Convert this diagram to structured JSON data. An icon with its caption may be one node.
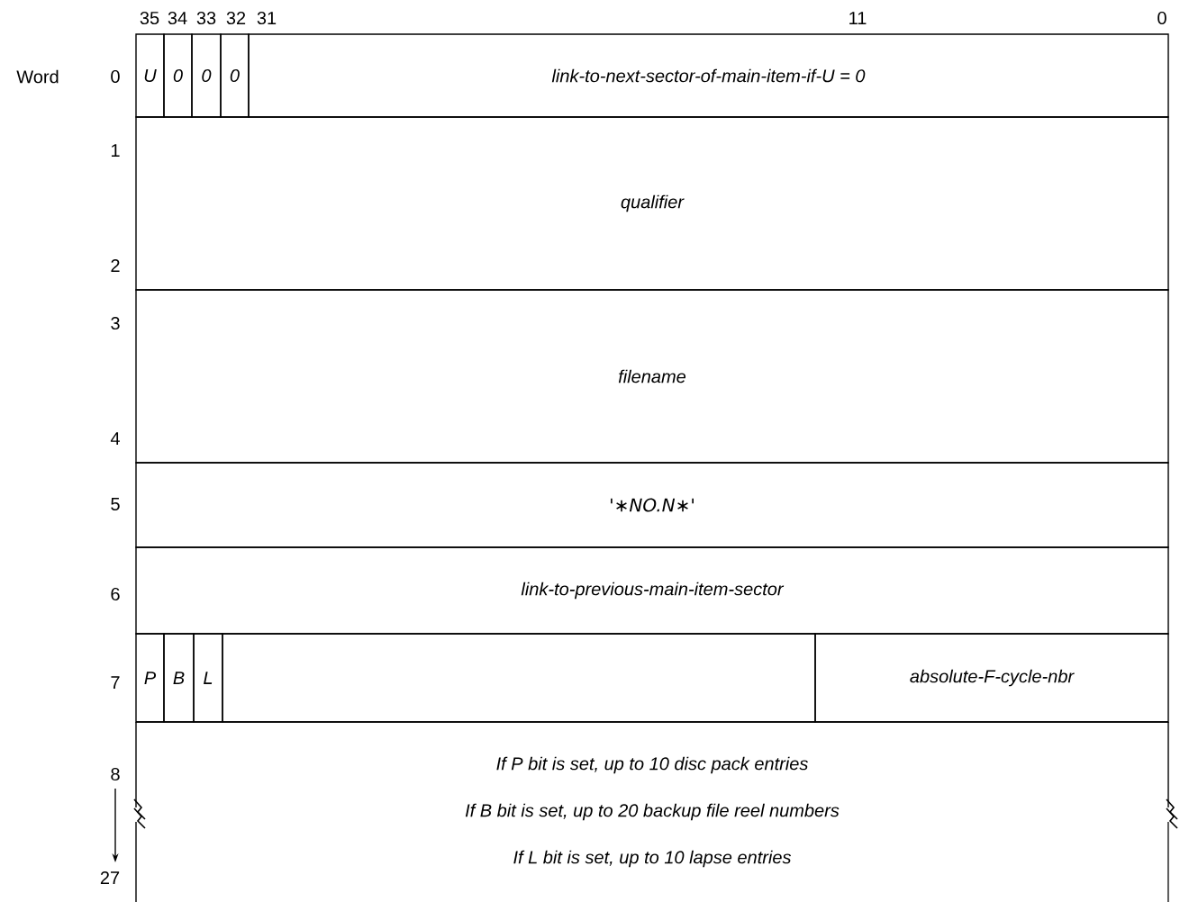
{
  "diagram": {
    "nodes": [
      {
        "text": [
          "U"
        ]
      },
      {
        "text": [
          "0"
        ]
      },
      {
        "text": [
          "0"
        ]
      },
      {
        "text": [
          "0"
        ]
      },
      {
        "text": [
          "link-to-next-sector-of-main-item-if-U = 0"
        ]
      },
      {
        "text": [
          "qualifier"
        ]
      },
      {
        "text": [
          "filename"
        ]
      },
      {
        "text": [
          "'∗NO.N∗'"
        ]
      },
      {
        "text": [
          "link-to-previous-main-item-sector"
        ]
      },
      {
        "text": [
          "P"
        ]
      },
      {
        "text": [
          "B"
        ]
      },
      {
        "text": [
          "L"
        ]
      },
      {
        "text": [],
        "shape": "box"
      },
      {
        "text": [
          "absolute-F-cycle-nbr"
        ]
      },
      {
        "text": [
          "If P bit is set, up to 10 disc pack entries",
          "If B bit is set, up to 20 backup file reel numbers",
          "If L bit is set, up to 10 lapse entries"
        ]
      }
    ],
    "labels": [
      "35",
      "34",
      "33",
      "32",
      "31",
      "11",
      "0",
      "Word",
      "0",
      "1",
      "2",
      "3",
      "4",
      "5",
      "6",
      "7",
      "8",
      "27"
    ]
  }
}
